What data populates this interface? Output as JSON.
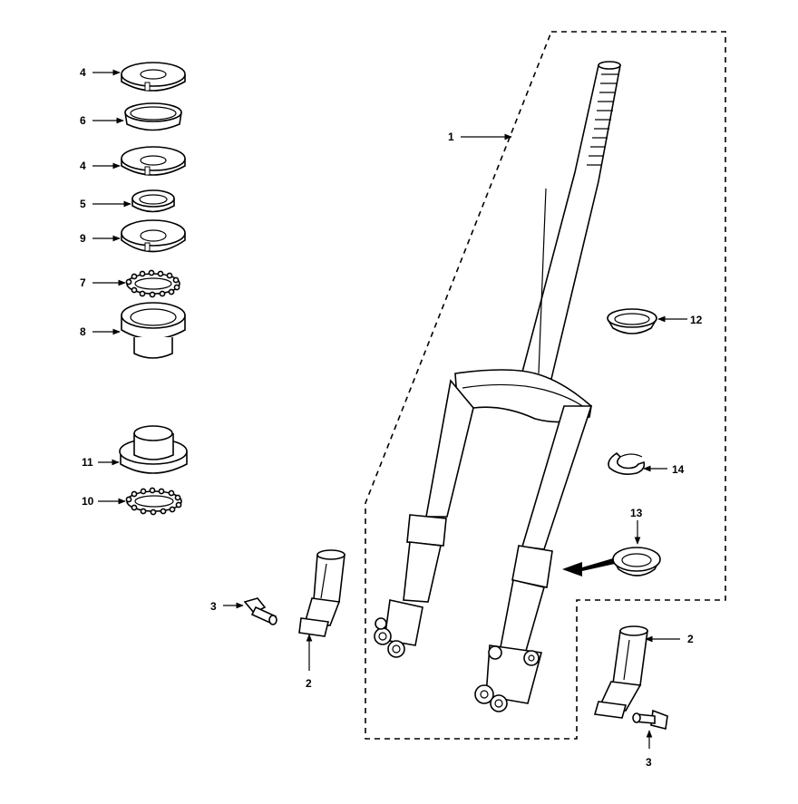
{
  "diagram": {
    "callouts": [
      {
        "id": "c4a",
        "label": "4"
      },
      {
        "id": "c6",
        "label": "6"
      },
      {
        "id": "c4b",
        "label": "4"
      },
      {
        "id": "c5",
        "label": "5"
      },
      {
        "id": "c9",
        "label": "9"
      },
      {
        "id": "c7",
        "label": "7"
      },
      {
        "id": "c8",
        "label": "8"
      },
      {
        "id": "c11",
        "label": "11"
      },
      {
        "id": "c10",
        "label": "10"
      },
      {
        "id": "c1",
        "label": "1"
      },
      {
        "id": "c12",
        "label": "12"
      },
      {
        "id": "c14",
        "label": "14"
      },
      {
        "id": "c13",
        "label": "13"
      },
      {
        "id": "c3a",
        "label": "3"
      },
      {
        "id": "c2a",
        "label": "2"
      },
      {
        "id": "c2b",
        "label": "2"
      },
      {
        "id": "c3b",
        "label": "3"
      }
    ],
    "colors": {
      "line": "#000000",
      "background": "#ffffff"
    }
  }
}
